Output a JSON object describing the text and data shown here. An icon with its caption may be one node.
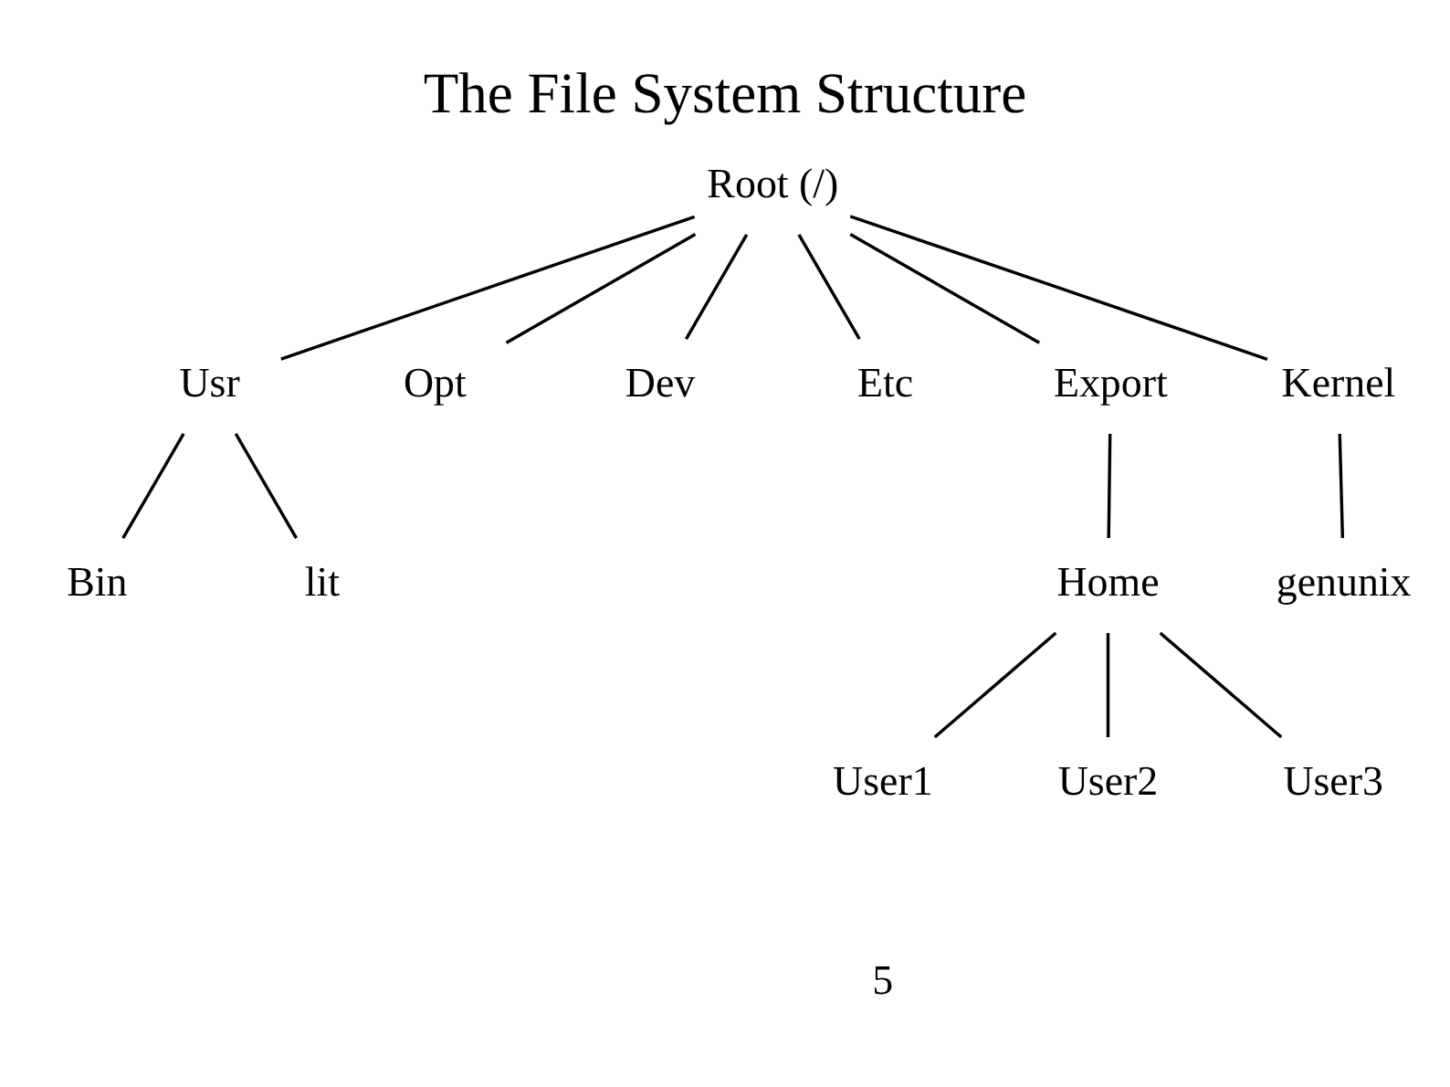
{
  "diagram": {
    "title": "The File System Structure",
    "nodes": [
      {
        "text": [
          "Root (/)"
        ]
      },
      {
        "text": [
          "Usr"
        ]
      },
      {
        "text": [
          "Opt"
        ]
      },
      {
        "text": [
          "Dev"
        ]
      },
      {
        "text": [
          "Etc"
        ]
      },
      {
        "text": [
          "Export"
        ]
      },
      {
        "text": [
          "Kernel"
        ]
      },
      {
        "text": [
          "Bin"
        ]
      },
      {
        "text": [
          "lit"
        ]
      },
      {
        "text": [
          "Home"
        ]
      },
      {
        "text": [
          "genunix"
        ]
      },
      {
        "text": [
          "User1"
        ]
      },
      {
        "text": [
          "User2"
        ]
      },
      {
        "text": [
          "User3"
        ]
      }
    ],
    "edges": [
      {
        "from": 0,
        "to": 1,
        "arrow": "none"
      },
      {
        "from": 0,
        "to": 2,
        "arrow": "none"
      },
      {
        "from": 0,
        "to": 3,
        "arrow": "none"
      },
      {
        "from": 0,
        "to": 4,
        "arrow": "none"
      },
      {
        "from": 0,
        "to": 5,
        "arrow": "none"
      },
      {
        "from": 0,
        "to": 6,
        "arrow": "none"
      },
      {
        "from": 1,
        "to": 7,
        "arrow": "none"
      },
      {
        "from": 1,
        "to": 8,
        "arrow": "none"
      },
      {
        "from": 5,
        "to": 9,
        "arrow": "none"
      },
      {
        "from": 6,
        "to": 10,
        "arrow": "none"
      },
      {
        "from": 9,
        "to": 11,
        "arrow": "none"
      },
      {
        "from": 9,
        "to": 12,
        "arrow": "none"
      },
      {
        "from": 9,
        "to": 13,
        "arrow": "none"
      }
    ],
    "labels": [
      "5"
    ]
  }
}
